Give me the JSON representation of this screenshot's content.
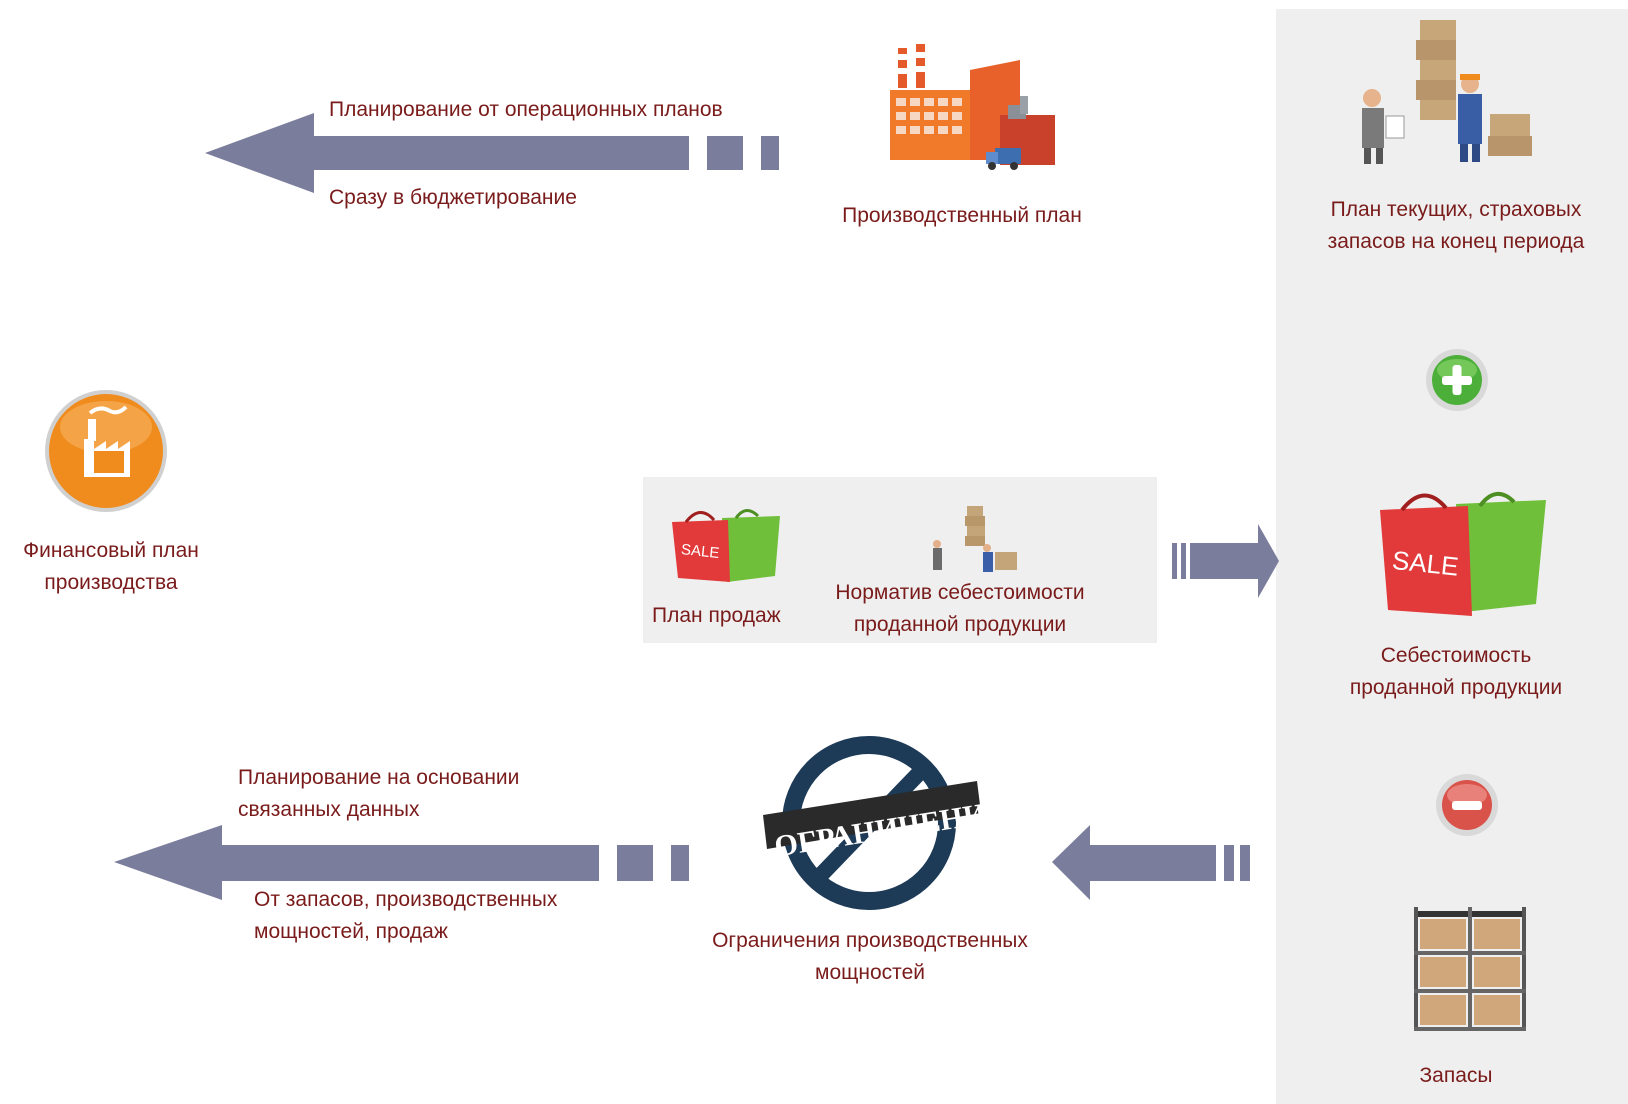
{
  "colors": {
    "arrow": "#7b7d9c",
    "text": "#7a1b1b",
    "panel": "#efefef",
    "plus": "#4caf3a",
    "minus": "#d9534a",
    "orange": "#f08c1e"
  },
  "top_arrow": {
    "label_top": "Планирование от операционных планов",
    "label_bottom": "Сразу в бюджетирование"
  },
  "production_plan": {
    "label": "Производственный план",
    "icon": "factory-icon"
  },
  "financial_plan": {
    "line1": "Финансовый план",
    "line2": "производства",
    "icon": "orange-factory-circle-icon"
  },
  "middle_box": {
    "sales_plan": "План продаж",
    "cost_norm_line1": "Норматив себестоимости",
    "cost_norm_line2": "проданной продукции"
  },
  "restrictions": {
    "sign_text": "ОГРАНИЧЕНИЯ",
    "line1": "Ограничения производственных",
    "line2": "мощностей",
    "icon": "prohibition-sign-icon"
  },
  "bottom_arrow": {
    "label_top_line1": "Планирование на основании",
    "label_top_line2": "связанных данных",
    "label_bottom_line1": "От запасов, производственных",
    "label_bottom_line2": "мощностей, продаж"
  },
  "right_panel": {
    "stock_plan_line1": "План текущих, страховых",
    "stock_plan_line2": "запасов на конец периода",
    "cogs_line1": "Себестоимость",
    "cogs_line2": "проданной продукции",
    "inventory": "Запасы",
    "plus_icon": "plus-icon",
    "minus_icon": "minus-icon"
  },
  "sale_bag_text": "SALE"
}
